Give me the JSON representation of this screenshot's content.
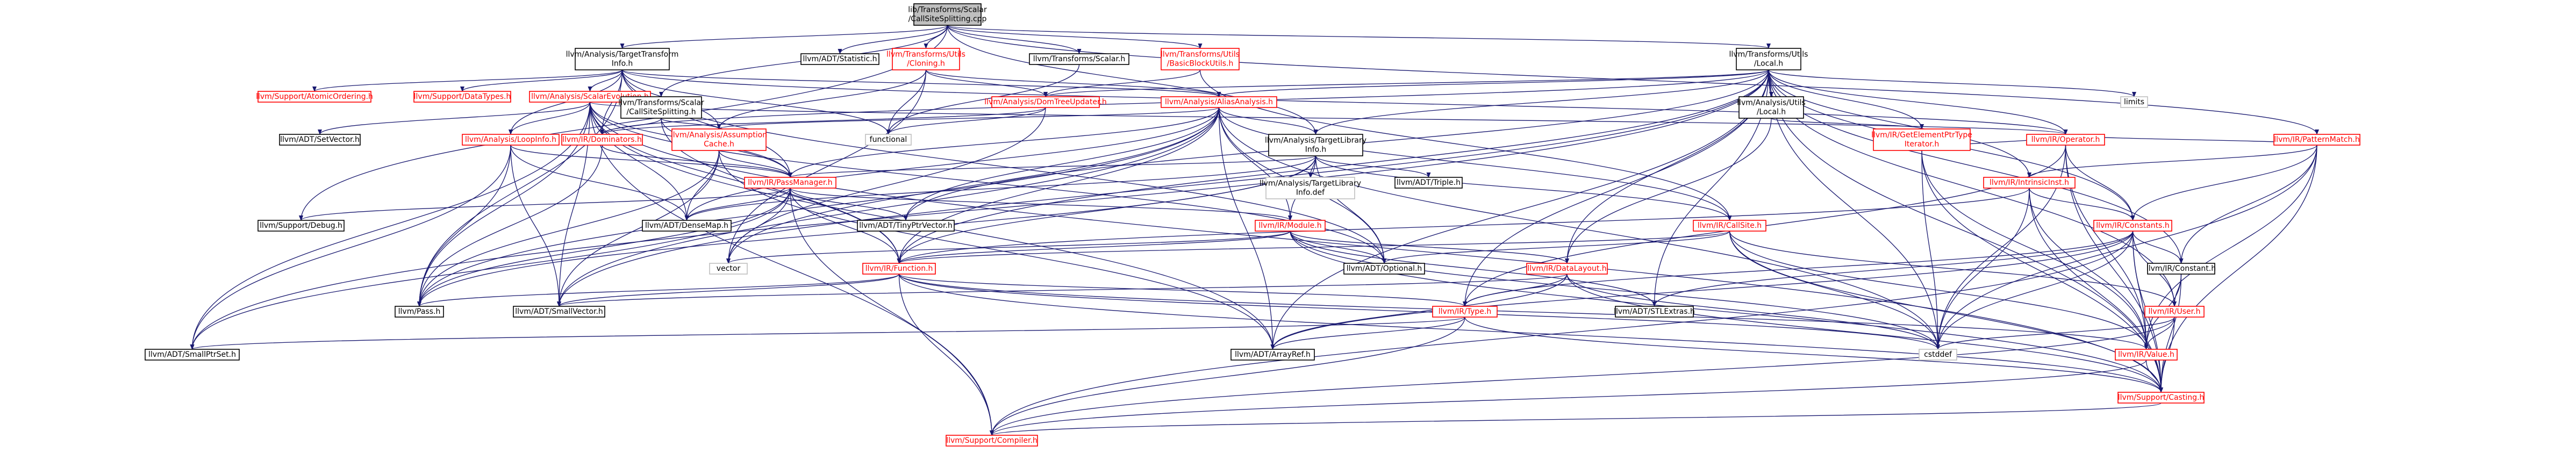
{
  "graph": {
    "colors": {
      "root_fill": "#bfbfbf",
      "root_stroke": "#000000",
      "node_stroke_black": "#000000",
      "node_stroke_red": "#ff0000",
      "node_stroke_grey": "#bfbfbf",
      "edge": "#191970",
      "text_black": "#000000",
      "text_red": "#ff0000"
    },
    "nodes": [
      {
        "id": "root",
        "label": [
          "lib/Transforms/Scalar",
          "/CallSiteSplitting.cpp"
        ],
        "style": "root"
      },
      {
        "id": "tti",
        "label": [
          "llvm/Analysis/TargetTransform",
          "Info.h"
        ],
        "style": "black"
      },
      {
        "id": "stat",
        "label": [
          "llvm/ADT/Statistic.h"
        ],
        "style": "black"
      },
      {
        "id": "cloning",
        "label": [
          "llvm/Transforms/Utils",
          "/Cloning.h"
        ],
        "style": "red"
      },
      {
        "id": "scalar",
        "label": [
          "llvm/Transforms/Scalar.h"
        ],
        "style": "black"
      },
      {
        "id": "bbutils",
        "label": [
          "llvm/Transforms/Utils",
          "/BasicBlockUtils.h"
        ],
        "style": "red"
      },
      {
        "id": "utilslocal",
        "label": [
          "llvm/Transforms/Utils",
          "/Local.h"
        ],
        "style": "black"
      },
      {
        "id": "patternmatch",
        "label": [
          "llvm/IR/PatternMatch.h"
        ],
        "style": "red"
      },
      {
        "id": "atomicordering",
        "label": [
          "llvm/Support/AtomicOrdering.h"
        ],
        "style": "red"
      },
      {
        "id": "datatypes",
        "label": [
          "llvm/Support/DataTypes.h"
        ],
        "style": "red"
      },
      {
        "id": "scev",
        "label": [
          "llvm/Analysis/ScalarEvolution.h"
        ],
        "style": "red"
      },
      {
        "id": "csscalar",
        "label": [
          "llvm/Transforms/Scalar",
          "/CallSiteSplitting.h"
        ],
        "style": "black"
      },
      {
        "id": "domtree",
        "label": [
          "llvm/Analysis/DomTreeUpdater.h"
        ],
        "style": "red"
      },
      {
        "id": "aa",
        "label": [
          "llvm/Analysis/AliasAnalysis.h"
        ],
        "style": "red"
      },
      {
        "id": "analocal",
        "label": [
          "llvm/Analysis/Utils",
          "/Local.h"
        ],
        "style": "black"
      },
      {
        "id": "limits",
        "label": [
          "limits"
        ],
        "style": "grey"
      },
      {
        "id": "setvector",
        "label": [
          "llvm/ADT/SetVector.h"
        ],
        "style": "black"
      },
      {
        "id": "loopinfo",
        "label": [
          "llvm/Analysis/LoopInfo.h"
        ],
        "style": "red"
      },
      {
        "id": "dominators",
        "label": [
          "llvm/IR/Dominators.h"
        ],
        "style": "red"
      },
      {
        "id": "assumption",
        "label": [
          "llvm/Analysis/Assumption",
          "Cache.h"
        ],
        "style": "red"
      },
      {
        "id": "tli",
        "label": [
          "llvm/Analysis/TargetLibrary",
          "Info.h"
        ],
        "style": "black"
      },
      {
        "id": "functional",
        "label": [
          "functional"
        ],
        "style": "grey"
      },
      {
        "id": "gep",
        "label": [
          "llvm/IR/GetElementPtrType",
          "Iterator.h"
        ],
        "style": "red"
      },
      {
        "id": "intrinsic",
        "label": [
          "llvm/IR/IntrinsicInst.h"
        ],
        "style": "red"
      },
      {
        "id": "operator",
        "label": [
          "llvm/IR/Operator.h"
        ],
        "style": "red"
      },
      {
        "id": "passmanager",
        "label": [
          "llvm/IR/PassManager.h"
        ],
        "style": "red"
      },
      {
        "id": "tlidef",
        "label": [
          "llvm/Analysis/TargetLibrary",
          "Info.def"
        ],
        "style": "grey"
      },
      {
        "id": "triple",
        "label": [
          "llvm/ADT/Triple.h"
        ],
        "style": "black"
      },
      {
        "id": "callsite",
        "label": [
          "llvm/IR/CallSite.h"
        ],
        "style": "red"
      },
      {
        "id": "constants",
        "label": [
          "llvm/IR/Constants.h"
        ],
        "style": "red"
      },
      {
        "id": "debug",
        "label": [
          "llvm/Support/Debug.h"
        ],
        "style": "black"
      },
      {
        "id": "densemap",
        "label": [
          "llvm/ADT/DenseMap.h"
        ],
        "style": "black"
      },
      {
        "id": "tinyptr",
        "label": [
          "llvm/ADT/TinyPtrVector.h"
        ],
        "style": "black"
      },
      {
        "id": "module",
        "label": [
          "llvm/IR/Module.h"
        ],
        "style": "red"
      },
      {
        "id": "vector",
        "label": [
          "vector"
        ],
        "style": "grey"
      },
      {
        "id": "function",
        "label": [
          "llvm/IR/Function.h"
        ],
        "style": "red"
      },
      {
        "id": "optional",
        "label": [
          "llvm/ADT/Optional.h"
        ],
        "style": "black"
      },
      {
        "id": "datalayout",
        "label": [
          "llvm/IR/DataLayout.h"
        ],
        "style": "red"
      },
      {
        "id": "constant",
        "label": [
          "llvm/IR/Constant.h"
        ],
        "style": "black"
      },
      {
        "id": "pass",
        "label": [
          "llvm/Pass.h"
        ],
        "style": "black"
      },
      {
        "id": "smallvector",
        "label": [
          "llvm/ADT/SmallVector.h"
        ],
        "style": "black"
      },
      {
        "id": "type",
        "label": [
          "llvm/IR/Type.h"
        ],
        "style": "red"
      },
      {
        "id": "stlextras",
        "label": [
          "llvm/ADT/STLExtras.h"
        ],
        "style": "black"
      },
      {
        "id": "user",
        "label": [
          "llvm/IR/User.h"
        ],
        "style": "red"
      },
      {
        "id": "smallptrset",
        "label": [
          "llvm/ADT/SmallPtrSet.h"
        ],
        "style": "black"
      },
      {
        "id": "arrayref",
        "label": [
          "llvm/ADT/ArrayRef.h"
        ],
        "style": "black"
      },
      {
        "id": "cstddef",
        "label": [
          "cstddef"
        ],
        "style": "grey"
      },
      {
        "id": "value",
        "label": [
          "llvm/IR/Value.h"
        ],
        "style": "red"
      },
      {
        "id": "casting",
        "label": [
          "llvm/Support/Casting.h"
        ],
        "style": "red"
      },
      {
        "id": "compiler",
        "label": [
          "llvm/Support/Compiler.h"
        ],
        "style": "red"
      }
    ],
    "edges": [
      [
        "root",
        "tti"
      ],
      [
        "root",
        "stat"
      ],
      [
        "root",
        "cloning"
      ],
      [
        "root",
        "scalar"
      ],
      [
        "root",
        "bbutils"
      ],
      [
        "root",
        "utilslocal"
      ],
      [
        "root",
        "patternmatch"
      ],
      [
        "root",
        "tli"
      ],
      [
        "root",
        "csscalar"
      ],
      [
        "root",
        "debug"
      ],
      [
        "tti",
        "atomicordering"
      ],
      [
        "tti",
        "datatypes"
      ],
      [
        "tti",
        "scev"
      ],
      [
        "tti",
        "passmanager"
      ],
      [
        "tti",
        "operator"
      ],
      [
        "tti",
        "optional"
      ],
      [
        "tti",
        "functional"
      ],
      [
        "tti",
        "pass"
      ],
      [
        "tti",
        "dominators"
      ],
      [
        "tti",
        "assumption"
      ],
      [
        "tti",
        "loopinfo"
      ],
      [
        "tti",
        "aa"
      ],
      [
        "cloning",
        "functional"
      ],
      [
        "cloning",
        "assumption"
      ],
      [
        "cloning",
        "vector"
      ],
      [
        "cloning",
        "aa"
      ],
      [
        "cloning",
        "domtree"
      ],
      [
        "scalar",
        "functional"
      ],
      [
        "bbutils",
        "domtree"
      ],
      [
        "bbutils",
        "callsite"
      ],
      [
        "utilslocal",
        "aa"
      ],
      [
        "utilslocal",
        "analocal"
      ],
      [
        "utilslocal",
        "limits"
      ],
      [
        "utilslocal",
        "gep"
      ],
      [
        "utilslocal",
        "operator"
      ],
      [
        "utilslocal",
        "dominators"
      ],
      [
        "utilslocal",
        "tli"
      ],
      [
        "utilslocal",
        "constants"
      ],
      [
        "utilslocal",
        "intrinsic"
      ],
      [
        "utilslocal",
        "user"
      ],
      [
        "utilslocal",
        "function"
      ],
      [
        "utilslocal",
        "datalayout"
      ],
      [
        "utilslocal",
        "type"
      ],
      [
        "utilslocal",
        "smallptrset"
      ],
      [
        "utilslocal",
        "cstddef"
      ],
      [
        "utilslocal",
        "casting"
      ],
      [
        "utilslocal",
        "constant"
      ],
      [
        "utilslocal",
        "arrayref"
      ],
      [
        "utilslocal",
        "tinyptr"
      ],
      [
        "utilslocal",
        "stlextras"
      ],
      [
        "utilslocal",
        "smallvector"
      ],
      [
        "utilslocal",
        "domtree"
      ],
      [
        "patternmatch",
        "operator"
      ],
      [
        "patternmatch",
        "constant"
      ],
      [
        "patternmatch",
        "constants"
      ],
      [
        "patternmatch",
        "value"
      ],
      [
        "patternmatch",
        "casting"
      ],
      [
        "patternmatch",
        "cstddef"
      ],
      [
        "patternmatch",
        "intrinsic"
      ],
      [
        "scev",
        "setvector"
      ],
      [
        "scev",
        "loopinfo"
      ],
      [
        "scev",
        "passmanager"
      ],
      [
        "scev",
        "function"
      ],
      [
        "scev",
        "operator"
      ],
      [
        "scev",
        "densemap"
      ],
      [
        "scev",
        "smallptrset"
      ],
      [
        "scev",
        "pass"
      ],
      [
        "scev",
        "smallvector"
      ],
      [
        "scev",
        "casting"
      ],
      [
        "scev",
        "optional"
      ],
      [
        "scev",
        "compiler"
      ],
      [
        "scev",
        "arrayref"
      ],
      [
        "csscalar",
        "passmanager"
      ],
      [
        "csscalar",
        "function"
      ],
      [
        "csscalar",
        "dominators"
      ],
      [
        "csscalar",
        "assumption"
      ],
      [
        "domtree",
        "functional"
      ],
      [
        "domtree",
        "vector"
      ],
      [
        "domtree",
        "dominators"
      ],
      [
        "aa",
        "tli"
      ],
      [
        "aa",
        "passmanager"
      ],
      [
        "aa",
        "function"
      ],
      [
        "aa",
        "module"
      ],
      [
        "aa",
        "optional"
      ],
      [
        "aa",
        "callsite"
      ],
      [
        "aa",
        "smallvector"
      ],
      [
        "aa",
        "pass"
      ],
      [
        "aa",
        "vector"
      ],
      [
        "aa",
        "arrayref"
      ],
      [
        "aa",
        "cstddef"
      ],
      [
        "aa",
        "densemap"
      ],
      [
        "aa",
        "tinyptr"
      ],
      [
        "aa",
        "assumption"
      ],
      [
        "analocal",
        "gep"
      ],
      [
        "analocal",
        "datalayout"
      ],
      [
        "loopinfo",
        "passmanager"
      ],
      [
        "loopinfo",
        "densemap"
      ],
      [
        "loopinfo",
        "smallvector"
      ],
      [
        "loopinfo",
        "smallptrset"
      ],
      [
        "loopinfo",
        "pass"
      ],
      [
        "dominators",
        "passmanager"
      ],
      [
        "dominators",
        "pass"
      ],
      [
        "assumption",
        "passmanager"
      ],
      [
        "assumption",
        "densemap"
      ],
      [
        "assumption",
        "smallvector"
      ],
      [
        "assumption",
        "arrayref"
      ],
      [
        "assumption",
        "pass"
      ],
      [
        "tli",
        "tlidef"
      ],
      [
        "tli",
        "triple"
      ],
      [
        "tli",
        "densemap"
      ],
      [
        "tli",
        "optional"
      ],
      [
        "tli",
        "module"
      ],
      [
        "tli",
        "passmanager"
      ],
      [
        "tli",
        "function"
      ],
      [
        "tli",
        "callsite"
      ],
      [
        "tli",
        "pass"
      ],
      [
        "gep",
        "operator"
      ],
      [
        "gep",
        "casting"
      ],
      [
        "gep",
        "value"
      ],
      [
        "gep",
        "cstddef"
      ],
      [
        "intrinsic",
        "function"
      ],
      [
        "intrinsic",
        "constants"
      ],
      [
        "intrinsic",
        "value"
      ],
      [
        "intrinsic",
        "casting"
      ],
      [
        "intrinsic",
        "cstddef"
      ],
      [
        "operator",
        "constants"
      ],
      [
        "operator",
        "type"
      ],
      [
        "operator",
        "value"
      ],
      [
        "operator",
        "casting"
      ],
      [
        "operator",
        "cstddef"
      ],
      [
        "passmanager",
        "tinyptr"
      ],
      [
        "passmanager",
        "densemap"
      ],
      [
        "passmanager",
        "smallptrset"
      ],
      [
        "passmanager",
        "module"
      ],
      [
        "passmanager",
        "function"
      ],
      [
        "passmanager",
        "vector"
      ],
      [
        "passmanager",
        "debug"
      ],
      [
        "passmanager",
        "pass"
      ],
      [
        "passmanager",
        "compiler"
      ],
      [
        "callsite",
        "function"
      ],
      [
        "callsite",
        "user"
      ],
      [
        "callsite",
        "value"
      ],
      [
        "callsite",
        "casting"
      ],
      [
        "callsite",
        "cstddef"
      ],
      [
        "callsite",
        "optional"
      ],
      [
        "constants",
        "constant"
      ],
      [
        "constants",
        "type"
      ],
      [
        "constants",
        "user"
      ],
      [
        "constants",
        "value"
      ],
      [
        "constants",
        "casting"
      ],
      [
        "constants",
        "compiler"
      ],
      [
        "constants",
        "arrayref"
      ],
      [
        "constants",
        "cstddef"
      ],
      [
        "constants",
        "stlextras"
      ],
      [
        "module",
        "function"
      ],
      [
        "module",
        "datalayout"
      ],
      [
        "module",
        "optional"
      ],
      [
        "module",
        "stlextras"
      ],
      [
        "module",
        "casting"
      ],
      [
        "module",
        "cstddef"
      ],
      [
        "module",
        "vector"
      ],
      [
        "function",
        "type"
      ],
      [
        "function",
        "value"
      ],
      [
        "function",
        "casting"
      ],
      [
        "function",
        "compiler"
      ],
      [
        "function",
        "pass"
      ],
      [
        "function",
        "smallvector"
      ],
      [
        "function",
        "cstddef"
      ],
      [
        "datalayout",
        "type"
      ],
      [
        "datalayout",
        "arrayref"
      ],
      [
        "datalayout",
        "smallvector"
      ],
      [
        "datalayout",
        "casting"
      ],
      [
        "datalayout",
        "cstddef"
      ],
      [
        "constant",
        "user"
      ],
      [
        "constant",
        "value"
      ],
      [
        "constant",
        "casting"
      ],
      [
        "type",
        "arrayref"
      ],
      [
        "type",
        "casting"
      ],
      [
        "type",
        "compiler"
      ],
      [
        "type",
        "smallptrset"
      ],
      [
        "user",
        "value"
      ],
      [
        "user",
        "cstddef"
      ],
      [
        "user",
        "casting"
      ],
      [
        "user",
        "compiler"
      ],
      [
        "value",
        "casting"
      ],
      [
        "value",
        "compiler"
      ],
      [
        "casting",
        "compiler"
      ]
    ]
  }
}
